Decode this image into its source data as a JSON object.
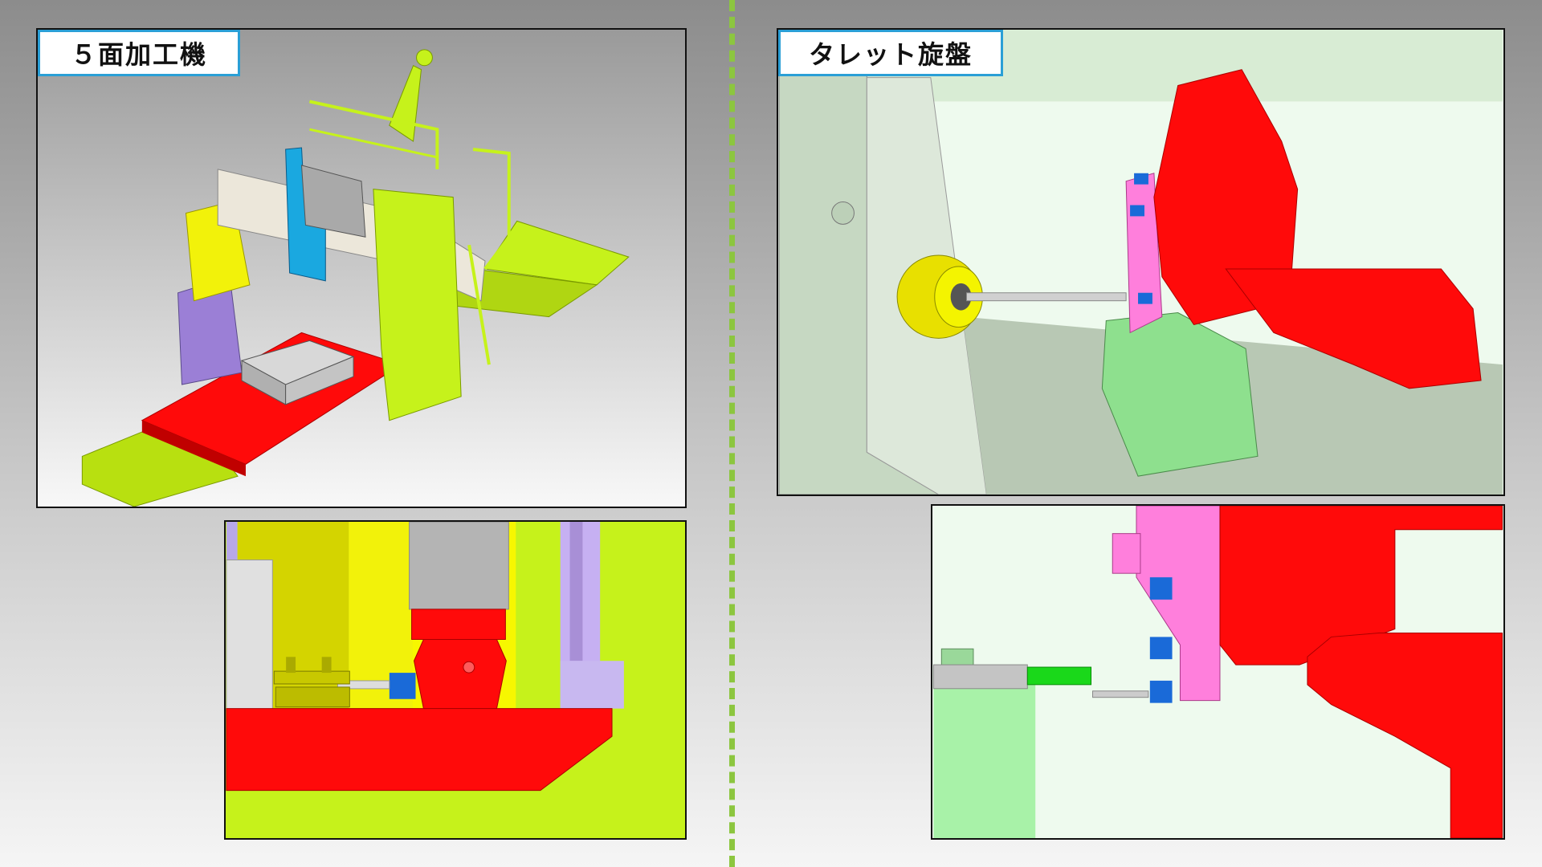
{
  "left_section": {
    "label": "５面加工機"
  },
  "right_section": {
    "label": "タレット旋盤"
  },
  "colors": {
    "divider": "#8cc63f",
    "label_border": "#2a9fd6",
    "machine_lime": "#c6f21b",
    "machine_red": "#ff0a0a",
    "machine_yellow": "#f2f20a",
    "machine_purple": "#9b7fd6",
    "machine_blue": "#1aa8e0",
    "turret_pink": "#ff7fdc",
    "turret_green": "#8ee08e",
    "chuck_yellow": "#e8e000"
  },
  "icons": [
    "machine-3d-model",
    "turret-lathe-3d-model"
  ]
}
